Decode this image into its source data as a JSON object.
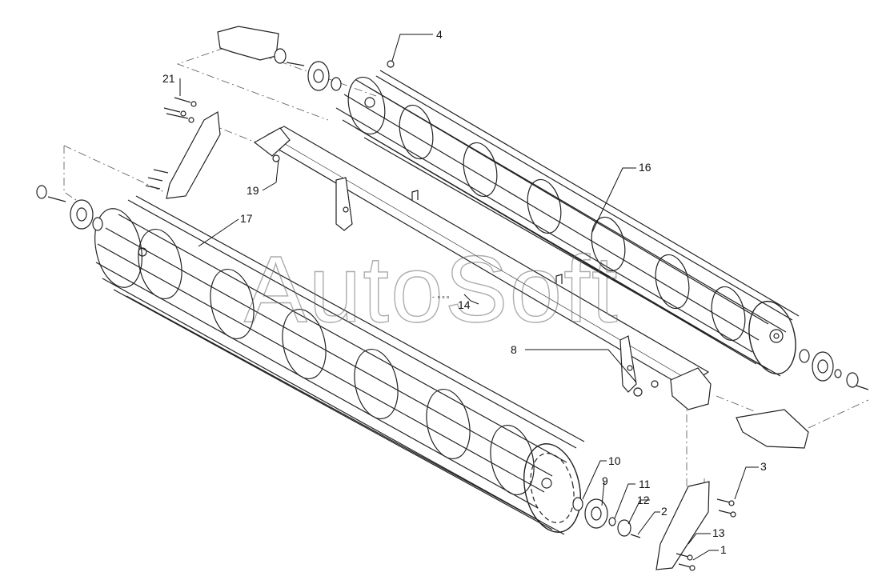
{
  "watermark": "AutoSoft",
  "small_mark": "- ∘∘∘",
  "callouts": {
    "c1": "1",
    "c2": "2",
    "c3": "3",
    "c4": "4",
    "c8": "8",
    "c9": "9",
    "c10": "10",
    "c11": "11",
    "c12": "12",
    "c13": "13",
    "c14": "14",
    "c16": "16",
    "c17": "17",
    "c19": "19",
    "c21": "21"
  }
}
